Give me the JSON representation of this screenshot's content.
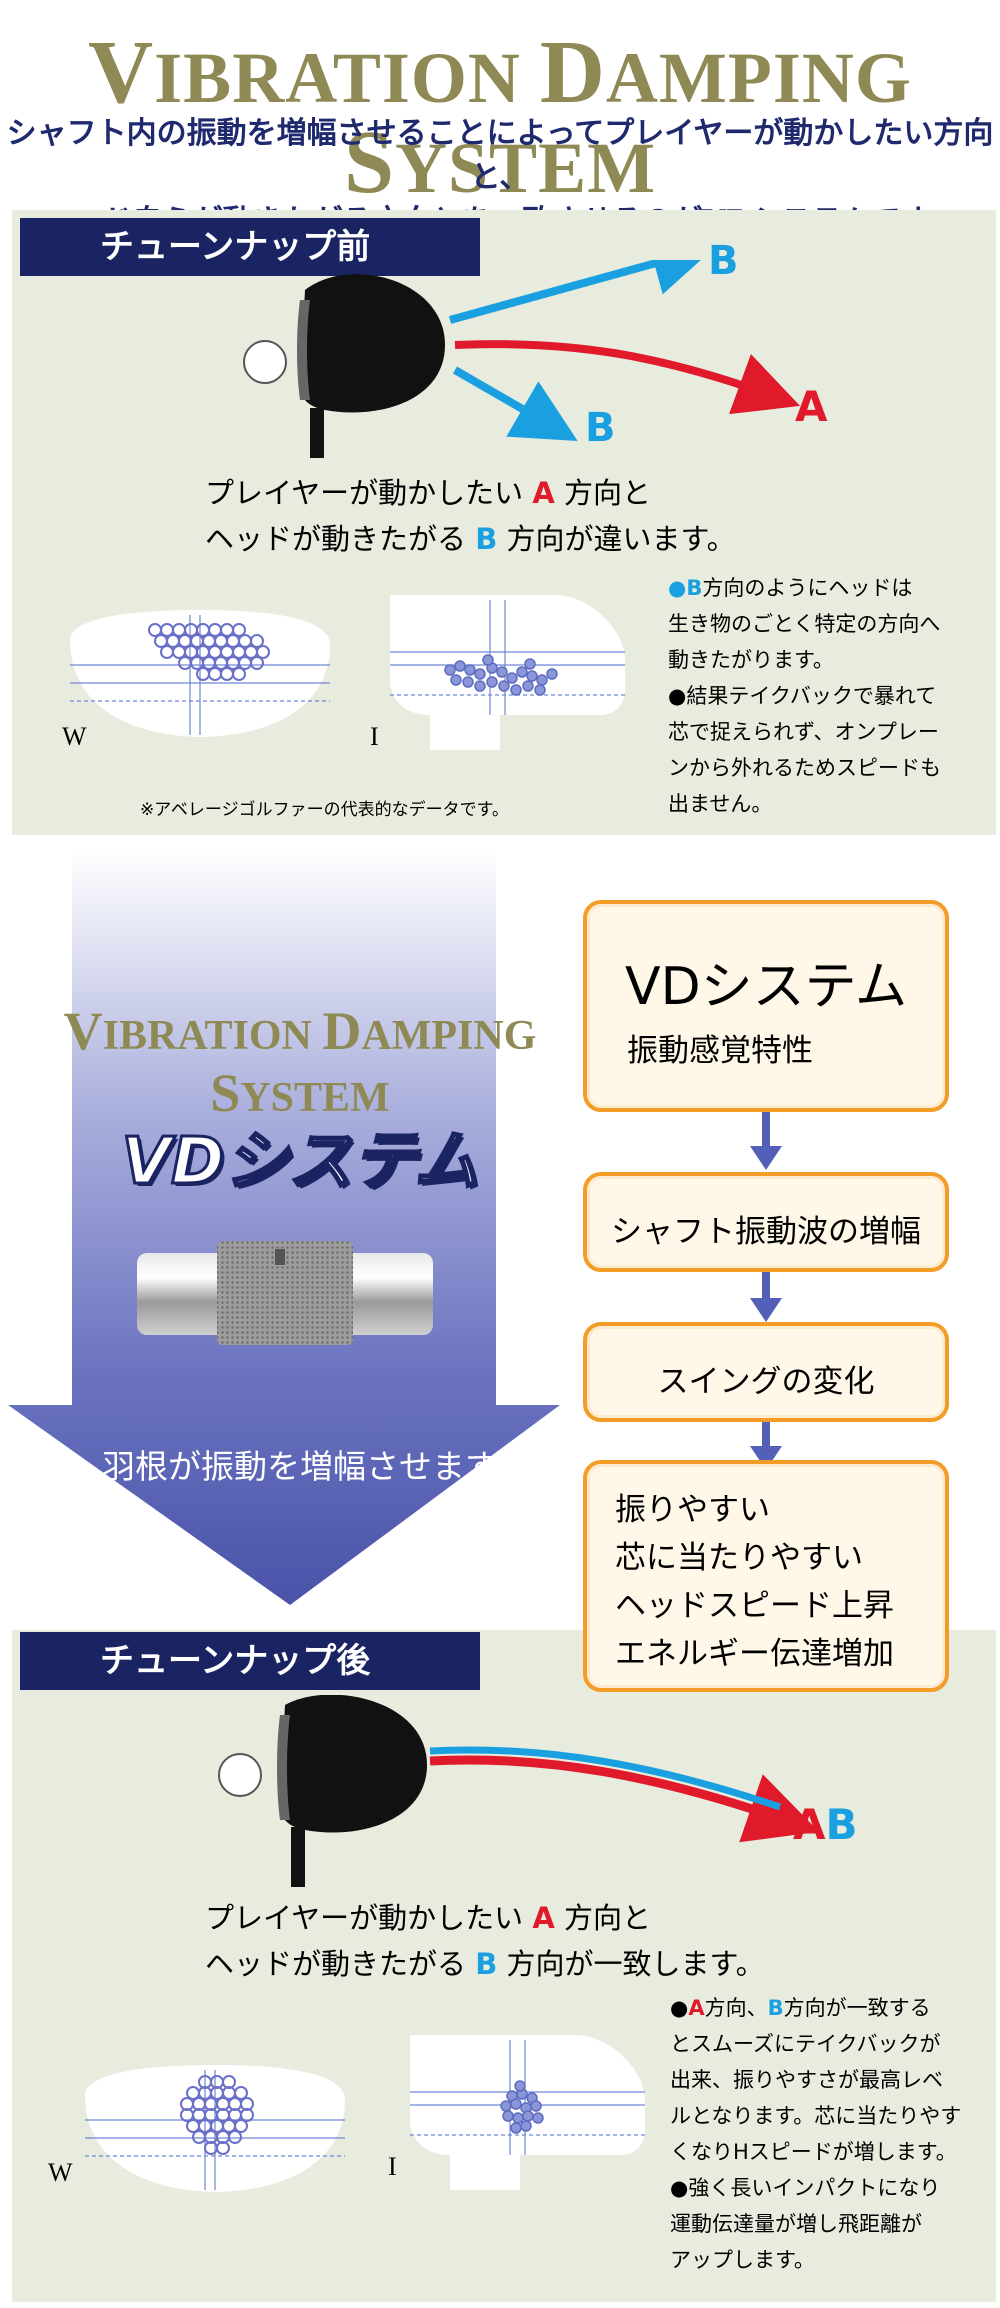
{
  "header": {
    "title_words": [
      {
        "cap": "V",
        "rest": "IBRATION"
      },
      {
        "cap": "D",
        "rest": "AMPING"
      },
      {
        "cap": "S",
        "rest": "YSTEM"
      }
    ],
    "subtitle_line1": "シャフト内の振動を増幅させることによってプレイヤーが動かしたい方向と、",
    "subtitle_line2": "ヘッド自らが動きたがる方向とを一致させるのがVDシステムです。"
  },
  "before": {
    "label": "チューンナップ前",
    "arrow_b1": "B",
    "arrow_a": "A",
    "arrow_b2": "B",
    "caption1_pre": "プレイヤーが動かしたい ",
    "caption1_letter": "A",
    "caption1_post": " 方向と",
    "caption2_pre": "ヘッドが動きたがる ",
    "caption2_letter": "B",
    "caption2_post": " 方向が違います。",
    "note1_bullet": "●",
    "note1_letter": "B",
    "note1_text1": "方向のようにヘッドは",
    "note1_text2": "生き物のごとく特定の方向へ",
    "note1_text3": "動きたがります。",
    "note2_line1": "●結果テイクバックで暴れて",
    "note2_line2": "芯で捉えられず、オンプレー",
    "note2_line3": "ンから外れるためスピードも",
    "note2_line4": "出ません。",
    "label_w": "W",
    "label_i": "I",
    "footnote": "※アベレージゴルファーの代表的なデータです。"
  },
  "middle": {
    "vd_words": [
      {
        "cap": "V",
        "rest": "IBRATION"
      },
      {
        "cap": "D",
        "rest": "AMPING"
      },
      {
        "cap": "S",
        "rest": "YSTEM"
      }
    ],
    "vd_logo": "VDシステム",
    "arrow_text": "羽根が振動を増幅させます",
    "flow_title": "VDシステム",
    "flow_subtitle": "振動感覚特性",
    "flow_step1": "シャフト振動波の増幅",
    "flow_step2": "スイングの変化",
    "flow_result_lines": [
      "振りやすい",
      "芯に当たりやすい",
      "ヘッドスピード上昇",
      "エネルギー伝達増加"
    ]
  },
  "after": {
    "label": "チューンナップ後",
    "arrow_a": "A",
    "arrow_b": "B",
    "caption1_pre": "プレイヤーが動かしたい ",
    "caption1_letter": "A",
    "caption1_post": " 方向と",
    "caption2_pre": "ヘッドが動きたがる ",
    "caption2_letter": "B",
    "caption2_post": " 方向が一致します。",
    "note1_bullet": "●",
    "note1_a": "A",
    "note1_mid": "方向、",
    "note1_b": "B",
    "note1_text1": "方向が一致する",
    "note1_line2": "とスムーズにテイクバックが",
    "note1_line3": "出来、振りやすさが最高レベ",
    "note1_line4": "ルとなります。芯に当たりやす",
    "note1_line5": "くなりHスピードが増します。",
    "note2_line1": "●強く長いインパクトになり",
    "note2_line2": "運動伝達量が増し飛距離が",
    "note2_line3": "アップします。",
    "label_w": "W",
    "label_i": "I"
  },
  "colors": {
    "navy": "#1b2462",
    "olive": "#8f8a55",
    "red": "#e01a2a",
    "blue": "#1aa0e0",
    "orange": "#f39c28",
    "panel": "#e7ecde"
  }
}
